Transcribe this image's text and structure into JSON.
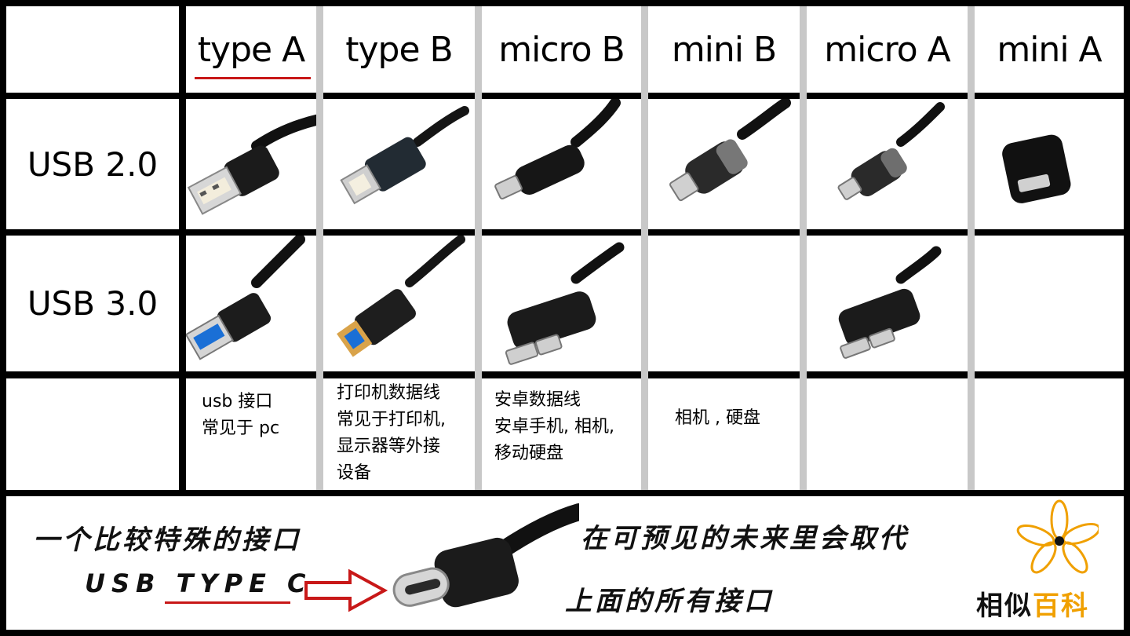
{
  "columns": [
    "type A",
    "type B",
    "micro B",
    "mini B",
    "micro A",
    "mini A"
  ],
  "rows": [
    "USB 2.0",
    "USB 3.0"
  ],
  "descriptions": {
    "typeA": "usb 接口\n常见于 pc",
    "typeB": "打印机数据线\n常见于打印机,\n显示器等外接\n设备",
    "microB": "安卓数据线\n安卓手机, 相机,\n移动硬盘",
    "miniB": "相机 , 硬盘"
  },
  "banner": {
    "left_line1": "一个比较特殊的接口",
    "left_line2": "USB TYPE C",
    "right_line1": "在可预见的未来里会取代",
    "right_line2": "上面的所有接口"
  },
  "brand": {
    "part1": "相似",
    "part2": "百科"
  },
  "colors": {
    "accent_red": "#c81818",
    "brand_orange": "#f0a000",
    "usb3_blue": "#1a6fd6",
    "gold": "#d9a34a"
  }
}
